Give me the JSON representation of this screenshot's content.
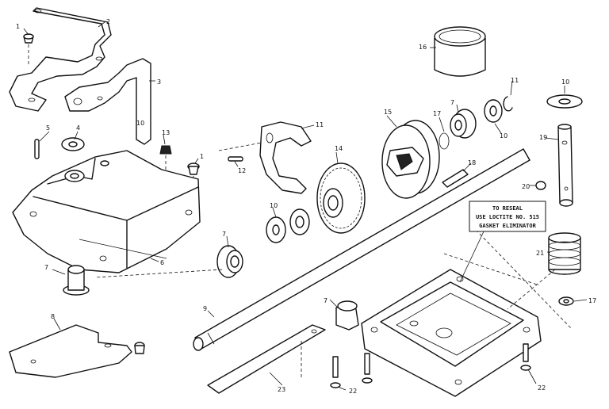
{
  "note": {
    "line1": "TO RESEAL",
    "line2": "USE LOCTITE NO. 515",
    "line3": "GASKET ELIMINATOR"
  },
  "callouts": {
    "c1a": "1",
    "c2": "2",
    "c3": "3",
    "c4": "4",
    "c5": "5",
    "c6": "6",
    "c7a": "7",
    "c8": "8",
    "c10a": "10",
    "c13": "13",
    "c1b": "1",
    "c11a": "11",
    "c12": "12",
    "c14": "14",
    "c15": "15",
    "c16": "16",
    "c17a": "17",
    "c7b": "7",
    "c11b": "11",
    "c10b": "10",
    "c10c": "10",
    "c19": "19",
    "c20": "20",
    "c18": "18",
    "c10d": "10",
    "c7c": "7",
    "c9": "9",
    "c21": "21",
    "c17b": "17",
    "c7d": "7",
    "c23": "23",
    "c22a": "22",
    "c22b": "22"
  }
}
